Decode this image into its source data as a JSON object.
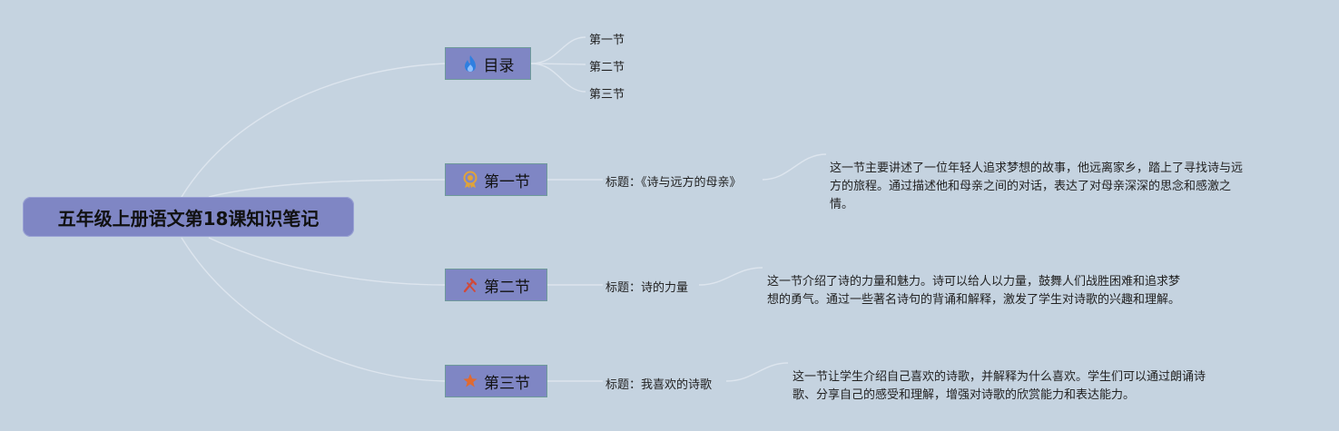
{
  "root": {
    "label": "五年级上册语文第18课知识笔记"
  },
  "toc": {
    "label": "目录",
    "icon": "flame-icon",
    "items": [
      "第一节",
      "第二节",
      "第三节"
    ]
  },
  "sections": [
    {
      "label": "第一节",
      "icon": "award-icon",
      "title": "标题：《诗与远方的母亲》",
      "desc_lines": [
        "这一节主要讲述了一位年轻人追求梦想的故事，他远离家乡，踏上了寻找诗与远",
        "方的旅程。通过描述他和母亲之间的对话，表达了对母亲深深的思念和感激之",
        "情。"
      ]
    },
    {
      "label": "第二节",
      "icon": "tools-icon",
      "title": "标题：诗的力量",
      "desc_lines": [
        "这一节介绍了诗的力量和魅力。诗可以给人以力量，鼓舞人们战胜困难和追求梦",
        "想的勇气。通过一些著名诗句的背诵和解释，激发了学生对诗歌的兴趣和理解。"
      ]
    },
    {
      "label": "第三节",
      "icon": "star-icon",
      "title": "标题：我喜欢的诗歌",
      "desc_lines": [
        "这一节让学生介绍自己喜欢的诗歌，并解释为什么喜欢。学生们可以通过朗诵诗",
        "歌、分享自己的感受和理解，增强对诗歌的欣赏能力和表达能力。"
      ]
    }
  ],
  "colors": {
    "background": "#c5d3e0",
    "node_fill": "#7f86c4",
    "link": "#dde5ee",
    "flame": "#2f7fe0",
    "award": "#e0a33a",
    "tools": "#d04a3a",
    "star": "#e06a30"
  }
}
